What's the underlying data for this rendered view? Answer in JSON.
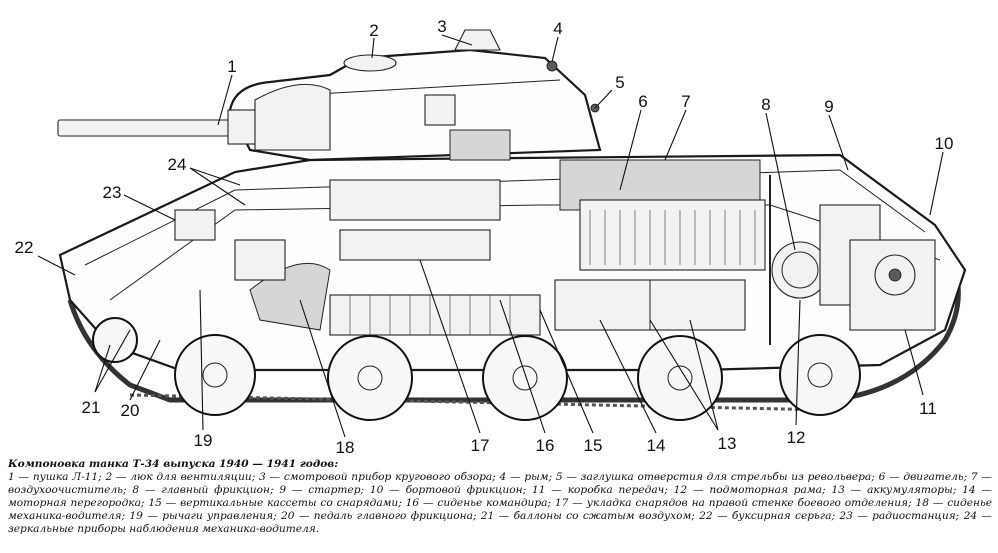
{
  "callouts": [
    {
      "n": "1"
    },
    {
      "n": "2"
    },
    {
      "n": "3"
    },
    {
      "n": "4"
    },
    {
      "n": "5"
    },
    {
      "n": "6"
    },
    {
      "n": "7"
    },
    {
      "n": "8"
    },
    {
      "n": "9"
    },
    {
      "n": "10"
    },
    {
      "n": "11"
    },
    {
      "n": "12"
    },
    {
      "n": "13"
    },
    {
      "n": "14"
    },
    {
      "n": "15"
    },
    {
      "n": "16"
    },
    {
      "n": "17"
    },
    {
      "n": "18"
    },
    {
      "n": "19"
    },
    {
      "n": "20"
    },
    {
      "n": "21"
    },
    {
      "n": "22"
    },
    {
      "n": "23"
    },
    {
      "n": "24"
    }
  ],
  "caption": {
    "title": "Компоновка танка Т-34 выпуска 1940 — 1941 годов:",
    "text": "1 — пушка Л-11; 2 — люк для вентиляции; 3 — смотровой прибор кругового обзора; 4 — рым; 5 — заглушка отверстия для стрельбы из револьвера; 6 — двигатель; 7 — воздухоочиститель; 8 — главный фрикцион; 9 — стартер; 10 — бортовой фрикцион; 11 — коробка передач; 12 — подмоторная рама; 13 — аккумуляторы; 14 — моторная перегородка; 15 — вертикальные кассеты со снарядами; 16 — сиденье командира; 17 — укладка снарядов на правой стенке боевого отделения; 18 — сиденье механика-водителя; 19 — рычаги управления; 20 — педаль главного фрикциона; 21 — баллоны со сжатым воздухом; 22 — буксирная серьга; 23 — радиостанция; 24 — зеркальные приборы наблюдения механика-водителя."
  }
}
